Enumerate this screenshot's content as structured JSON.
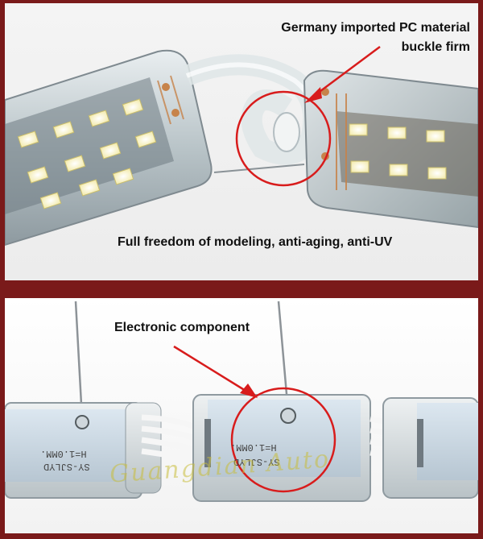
{
  "top_panel": {
    "caption_pc_line1": "Germany imported PC material",
    "caption_pc_line2": "buckle firm",
    "caption_freedom": "Full freedom of modeling, anti-aging, anti-UV"
  },
  "bottom_panel": {
    "caption_electronic": "Electronic component",
    "pcb_label_1": "H=1.0MM.",
    "pcb_label_2": "SY-SJLYD",
    "pcb_label_3": "H=1.0MM.",
    "pcb_label_4": "SY-SJLYD",
    "watermark": "Guangdian Auto"
  },
  "colors": {
    "frame": "#7a1a1a",
    "highlight": "#d81c1c",
    "led": "#fffbe6"
  }
}
